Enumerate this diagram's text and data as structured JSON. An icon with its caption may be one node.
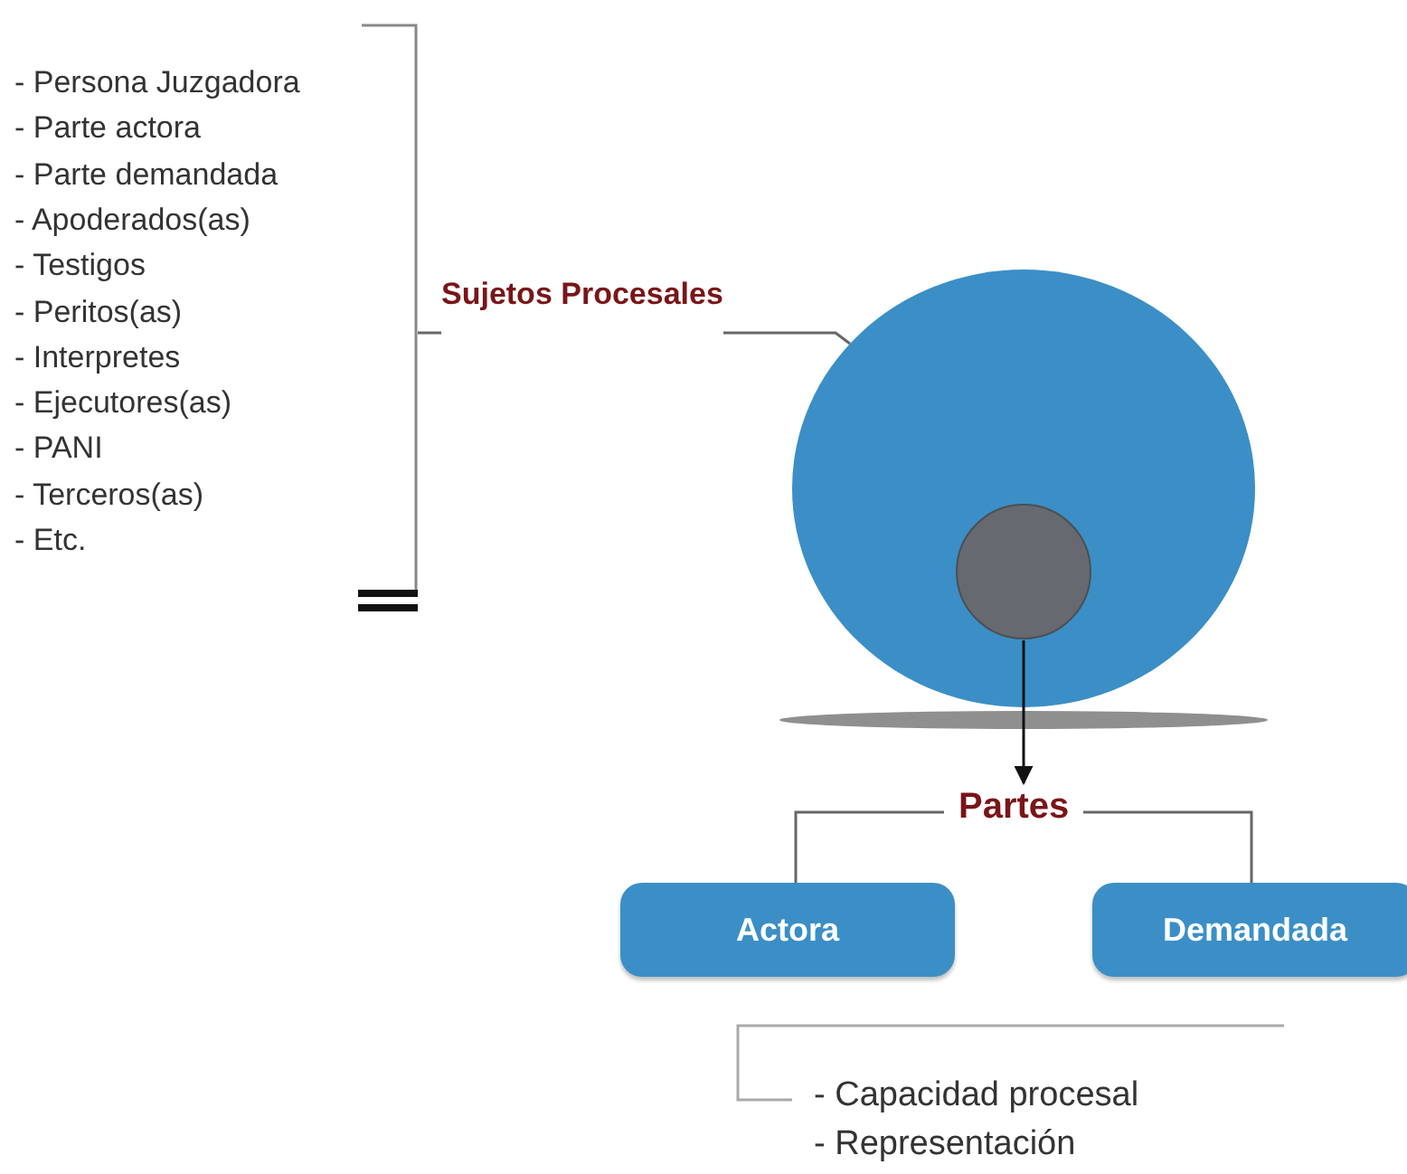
{
  "diagram": {
    "nodes": [
      {
        "text": [
          "- Persona Juzgadora",
          "- Parte actora",
          "- Parte demandada",
          "- Apoderados(as)",
          "- Testigos",
          "- Peritos(as)",
          "- Interpretes",
          "- Ejecutores(as)",
          "- PANI",
          "- Terceros(as)",
          "- Etc."
        ]
      },
      {
        "text": [
          "Sujetos Procesales"
        ]
      },
      {
        "text": [],
        "shape": "circle"
      },
      {
        "text": [],
        "shape": "circle",
        "in": 2
      },
      {
        "text": [
          "Partes"
        ]
      },
      {
        "text": [
          "Actora"
        ]
      },
      {
        "text": [
          "Demandada"
        ]
      },
      {
        "text": [
          "- Capacidad procesal",
          "- Representación"
        ]
      }
    ],
    "edges": [
      {
        "from": 0,
        "to": 1,
        "arrow": "none"
      },
      {
        "from": 1,
        "to": 2,
        "arrow": "none"
      },
      {
        "from": 3,
        "to": 4,
        "arrow": "to"
      },
      {
        "from": 4,
        "to": 5,
        "arrow": "none"
      },
      {
        "from": 4,
        "to": 6,
        "arrow": "none"
      }
    ]
  }
}
